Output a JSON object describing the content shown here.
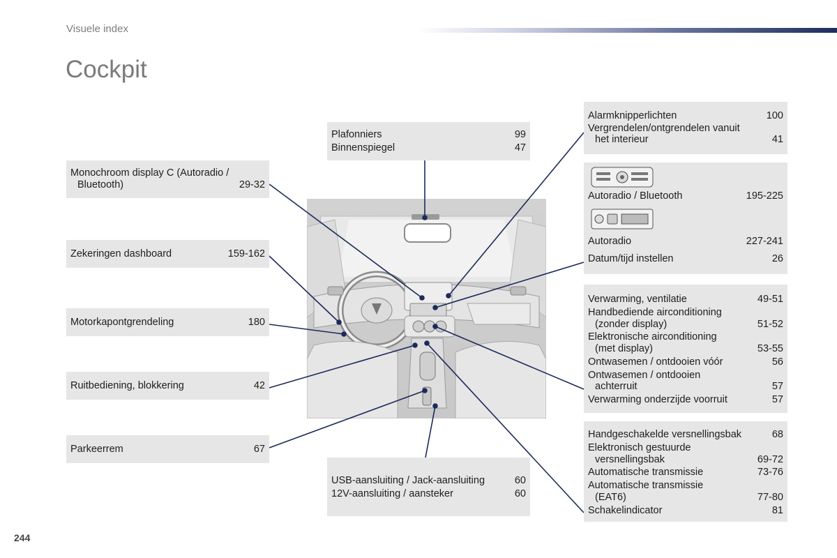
{
  "header": {
    "section_label": "Visuele index",
    "title": "Cockpit"
  },
  "page_number": "244",
  "boxes": {
    "plafonniers": [
      {
        "label": "Plafonniers",
        "page": "99"
      },
      {
        "label": "Binnenspiegel",
        "page": "47"
      }
    ],
    "monochroom": [
      {
        "label": "Monochroom display C (Autoradio /"
      },
      {
        "label": "Bluetooth)",
        "page": "29-32"
      }
    ],
    "zekeringen": [
      {
        "label": "Zekeringen dashboard",
        "page": "159-162"
      }
    ],
    "motorkap": [
      {
        "label": "Motorkapontgrendeling",
        "page": "180"
      }
    ],
    "ruitbediening": [
      {
        "label": "Ruitbediening, blokkering",
        "page": "42"
      }
    ],
    "parkeerrem": [
      {
        "label": "Parkeerrem",
        "page": "67"
      }
    ],
    "usb": [
      {
        "label": "USB-aansluiting / Jack-aansluiting",
        "page": "60"
      },
      {
        "label": "12V-aansluiting / aansteker",
        "page": "60"
      }
    ],
    "alarm": [
      {
        "label": "Alarmknipperlichten",
        "page": "100"
      },
      {
        "label": "Vergrendelen/ontgrendelen vanuit"
      },
      {
        "label": "het interieur",
        "page": "41"
      }
    ],
    "autoradio": [
      {
        "label": "Autoradio / Bluetooth",
        "page": "195-225"
      },
      {
        "label": "Autoradio",
        "page": "227-241"
      },
      {
        "label": "Datum/tijd instellen",
        "page": "26"
      }
    ],
    "verwarming": [
      {
        "label": "Verwarming, ventilatie",
        "page": "49-51"
      },
      {
        "label": "Handbediende airconditioning"
      },
      {
        "label": "(zonder display)",
        "page": "51-52"
      },
      {
        "label": "Elektronische airconditioning"
      },
      {
        "label": "(met display)",
        "page": "53-55"
      },
      {
        "label": "Ontwasemen / ontdooien vóór",
        "page": "56"
      },
      {
        "label": "Ontwasemen / ontdooien"
      },
      {
        "label": "achterruit",
        "page": "57"
      },
      {
        "label": "Verwarming onderzijde voorruit",
        "page": "57"
      }
    ],
    "versnelling": [
      {
        "label": "Handgeschakelde versnellingsbak",
        "page": "68"
      },
      {
        "label": "Elektronisch gestuurde"
      },
      {
        "label": "versnellingsbak",
        "page": "69-72"
      },
      {
        "label": "Automatische transmissie",
        "page": "73-76"
      },
      {
        "label": "Automatische transmissie"
      },
      {
        "label": "(EAT6)",
        "page": "77-80"
      },
      {
        "label": "Schakelindicator",
        "page": "81"
      }
    ]
  },
  "colors": {
    "callout_line": "#1b2a5a",
    "box_bg": "#e6e6e6",
    "accent": "#1f2d5c"
  }
}
